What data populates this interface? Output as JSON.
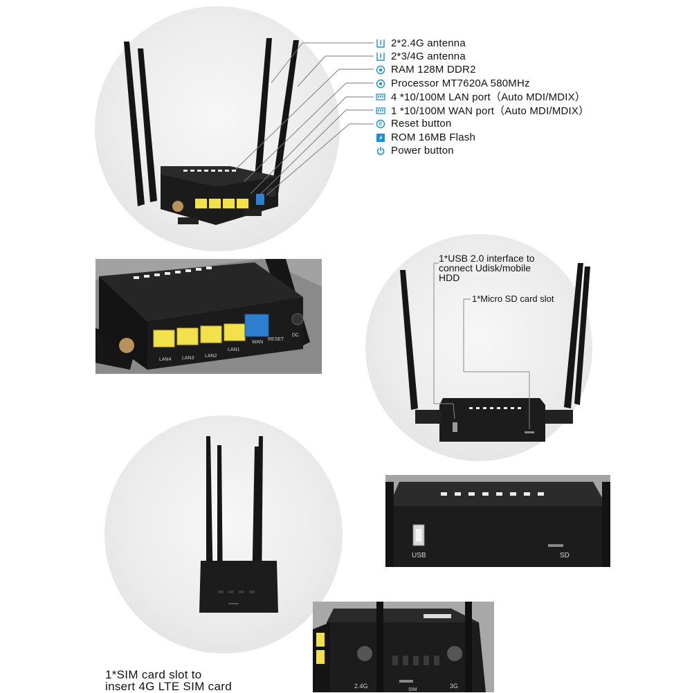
{
  "colors": {
    "accent": "#1a8fd6",
    "lan_port": "#f2e14a",
    "wan_port": "#2f7fd0",
    "router_body": "#1b1b1b"
  },
  "specs": [
    {
      "icon": "antenna-icon",
      "label": "2*2.4G antenna"
    },
    {
      "icon": "antenna-icon",
      "label": "2*3/4G antenna"
    },
    {
      "icon": "ram-icon",
      "label": "RAM 128M DDR2"
    },
    {
      "icon": "processor-icon",
      "label": "Processor MT7620A 580MHz"
    },
    {
      "icon": "lan-port-icon",
      "label": "4 *10/100M LAN port（Auto MDI/MDIX）"
    },
    {
      "icon": "wan-port-icon",
      "label": "1 *10/100M WAN port（Auto MDI/MDIX）"
    },
    {
      "icon": "reset-icon",
      "label": "Reset button"
    },
    {
      "icon": "flash-icon",
      "label": "ROM 16MB Flash"
    },
    {
      "icon": "power-icon",
      "label": "Power button"
    }
  ],
  "closeup_ports": {
    "lan": [
      "LAN4",
      "LAN3",
      "LAN2",
      "LAN1"
    ],
    "wan": "WAN",
    "reset": "RESET",
    "dc": "DC"
  },
  "usb_callout": {
    "line1": "1*USB 2.0 interface to",
    "line2": "connect Udisk/mobile",
    "line3": "HDD"
  },
  "sd_callout": "1*Micro SD card slot",
  "front_closeup": {
    "usb": "USB",
    "sd": "SD"
  },
  "sim_callout": {
    "line1": "1*SIM card slot to",
    "line2": "insert 4G LTE SIM card"
  },
  "side_closeup": {
    "left_antenna": "2.4G",
    "right_antenna": "3G",
    "sim": "SIM"
  }
}
